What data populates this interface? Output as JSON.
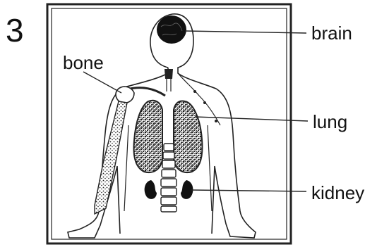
{
  "question_number": "3",
  "labels": {
    "brain": "brain",
    "bone": "bone",
    "lung": "lung",
    "kidney": "kidney"
  },
  "colors": {
    "ink": "#111111",
    "frame": "#222222",
    "background": "#ffffff"
  }
}
